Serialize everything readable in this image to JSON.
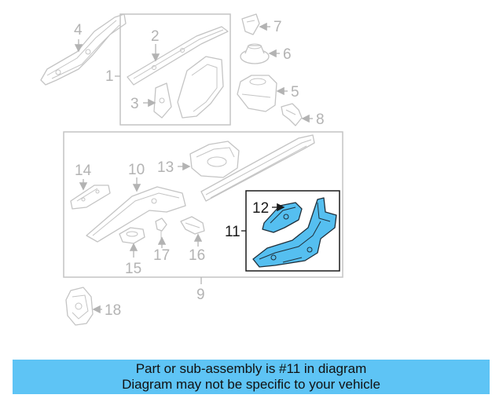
{
  "diagram": {
    "callouts": {
      "c1": "1",
      "c2": "2",
      "c3": "3",
      "c4": "4",
      "c5": "5",
      "c6": "6",
      "c7": "7",
      "c8": "8",
      "c9": "9",
      "c10": "10",
      "c11": "11",
      "c12": "12",
      "c13": "13",
      "c14": "14",
      "c15": "15",
      "c16": "16",
      "c17": "17",
      "c18": "18"
    },
    "highlighted_part": "11",
    "colors": {
      "highlight": "#55bff0",
      "linework": "#c4c4c4",
      "banner": "#5ec4f5"
    }
  },
  "banner": {
    "line1": "Part or sub-assembly is #11 in diagram",
    "line2": "Diagram may not be specific to your vehicle"
  }
}
